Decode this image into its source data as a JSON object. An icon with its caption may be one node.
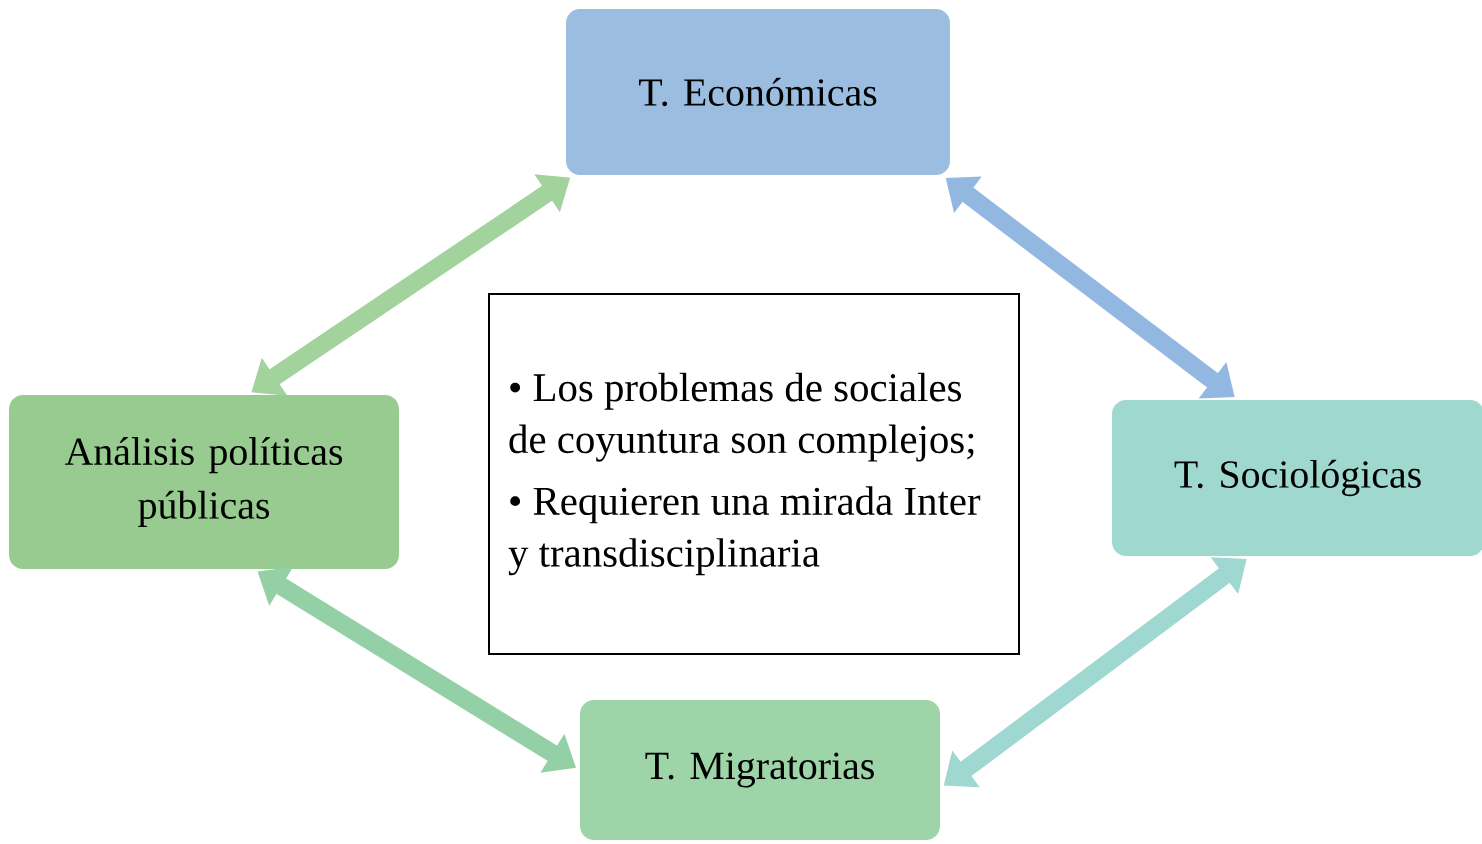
{
  "diagram": {
    "nodes": [
      {
        "text": [
          "T. Económicas"
        ]
      },
      {
        "text": [
          "T. Sociológicas"
        ]
      },
      {
        "text": [
          "T. Migratorias"
        ]
      },
      {
        "text": [
          "Análisis políticas públicas"
        ]
      },
      {
        "text": [
          "• Los problemas de sociales de coyuntura son complejos;",
          "• Requieren una mirada Inter y transdisciplinaria"
        ]
      }
    ],
    "edges": [
      {
        "from": 3,
        "to": 0,
        "arrow": "both",
        "color": "#a3d39c"
      },
      {
        "from": 0,
        "to": 1,
        "arrow": "both",
        "color": "#92b7e0"
      },
      {
        "from": 1,
        "to": 2,
        "arrow": "both",
        "color": "#9fd8d0"
      },
      {
        "from": 3,
        "to": 2,
        "arrow": "both",
        "color": "#94d0a6"
      }
    ]
  }
}
